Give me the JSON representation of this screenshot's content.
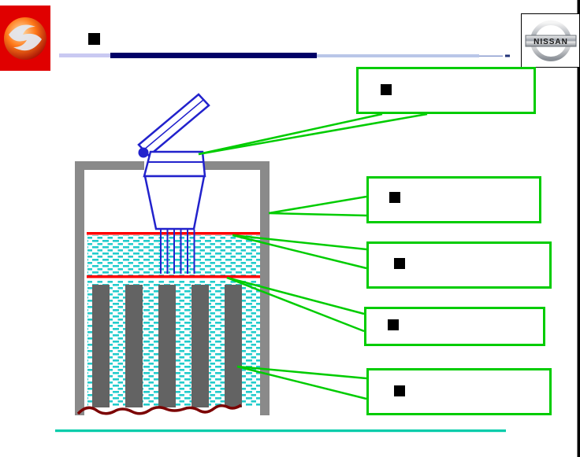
{
  "slide": {
    "background": "#ffffff",
    "border_color": "#000000"
  },
  "header": {
    "dongfeng": {
      "alt": "dongfeng-motor-logo",
      "bg_color": "#e00000",
      "emblem_core_color": "#ff7a1a",
      "emblem_swirl_color": "#e4e7ee"
    },
    "nissan": {
      "text": "NISSAN",
      "bg_color": "#ffffff",
      "border_color": "#000000"
    },
    "title_bullet_color": "#000000",
    "underline": {
      "left": "#c9c9f2",
      "main": "#000066",
      "right": "#b9c6e8",
      "thin": "#8f9fd0",
      "tick": "#223377"
    }
  },
  "diagram": {
    "colors": {
      "container": "#8a8a8a",
      "cap": "#2222cc",
      "level_line": "#ff0000",
      "electrolyte": "#22cccc",
      "plate": "#636363",
      "sediment": "#7b0000"
    }
  },
  "callouts": {
    "border_color": "#00cc00",
    "line_color": "#00cc00",
    "bullet_color": "#000000",
    "items": [
      {
        "points_to": "filler-cap"
      },
      {
        "points_to": "container-wall"
      },
      {
        "points_to": "upper-level-line"
      },
      {
        "points_to": "lower-level-line"
      },
      {
        "points_to": "electrolyte-plates"
      }
    ]
  },
  "footer": {
    "line_color": "#00ccaa"
  }
}
